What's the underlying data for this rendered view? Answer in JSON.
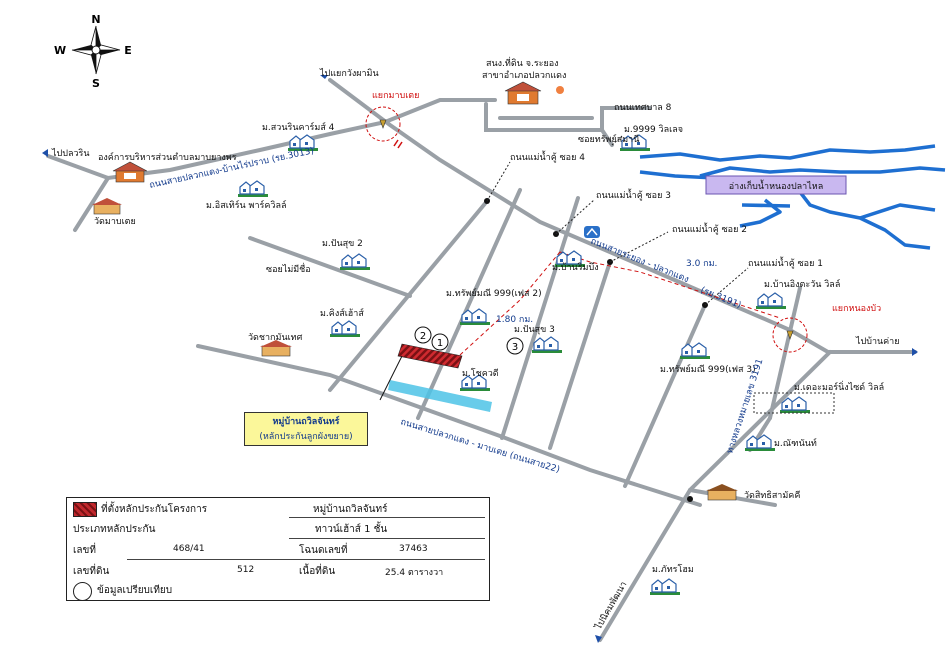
{
  "compass": {
    "n": "N",
    "s": "S",
    "e": "E",
    "w": "W"
  },
  "places": {
    "land_office_1": "สนง.ที่ดิน จ.ระยอง",
    "land_office_2": "สาขาอำเภอปลวกแดง",
    "to_wang_pha_min": "ไปแยกวังผามิน",
    "yaek_map_loei": "แยกมาบเตย",
    "thesaban_8": "ถนนเทศบาล 8",
    "m_suan_rin": "ม.สวนรินคาร์มส์ 4",
    "m_9999": "ม.9999 วิลเลจ",
    "soi_sap": "ซอยทรัพย์สมานี",
    "to_rawin": "ไปปลวริน",
    "obt": "องค์การบริหารส่วนตำบลมาบยางพร",
    "wat_map_loei": "วัดมาบเตย",
    "road_3013": "ถนนสายปลวกแดง-บ้านไร่ปราบ (รย.3013)",
    "m_ease": "ม.อิสเทิร์น พาร์ควิลล์",
    "mae_soi4": "ถนนแม่น้ำคู้ ซอย 4",
    "mae_soi3": "ถนนแม่น้ำคู้ ซอย 3",
    "mae_soi2": "ถนนแม่น้ำคู้ ซอย 2",
    "mae_soi1": "ถนนแม่น้ำคู้ ซอย 1",
    "reservoir": "อ่างเก็บน้ำหนองปลาไหล",
    "m_pansuk2": "ม.ปันสุข 2",
    "soi_mai_mi_chue": "ซอยไม่มีชื่อ",
    "road_3191_a": "ถนนสายระยอง - ปลวกแดง",
    "road_3191_b": "(รย.3191)",
    "dist_3": "3.0 กม.",
    "m_ban_rim_bueng": "ม.บ้านริมบึง",
    "m_ban_ing": "ม.บ้านอิงตะวัน วิลล์",
    "yaek_nong_bua": "แยกหนองบัว",
    "to_ban_khai": "ไปบ้านค่าย",
    "m_kings": "ม.คิงส์เฮ้าส์",
    "m_sap_999_2": "ม.ทรัพย์มณี 999(เฟส 2)",
    "dist_180": "1.80 กม.",
    "wat_chak": "วัดชากมันเทศ",
    "m_pansuk3": "ม.ปันสุข 3",
    "m_chokdee": "ม.โชควดี",
    "m_sap_999_3": "ม.ทรัพย์มณี 999(เฟส 3)",
    "m_the_mountain": "ม.เดอะมอร์นิ่งไซด์ วิลล์",
    "m_nathanan": "ม.ณัฑนันท์",
    "hw_3191": "ทางหลวงหมายเลข 3191",
    "road_22": "ถนนสายปลวกแดง - มาบเตย (ถนนสาย22)",
    "wat_sitthi": "วัดสิทธิสามัคคี",
    "m_phatthon": "ม.ภัทรโฮม",
    "to_nikhom": "ไปนิคมพัฒนา",
    "marker_1": "1",
    "marker_2": "2",
    "marker_3": "3",
    "temple_sign": "วัด"
  },
  "callout": {
    "line1": "หมู่บ้านถวิลจันทร์",
    "line2": "(หลักประกันลูกผังขยาย)"
  },
  "legend": {
    "site_label": "ที่ตั้งหลักประกันโครงการ",
    "project_name": "หมู่บ้านถวิลจันทร์",
    "type_label": "ประเภทหลักประกัน",
    "type_value": "ทาวน์เฮ้าส์ 1 ชั้น",
    "no_label": "เลขที่",
    "no_value": "468/41",
    "deed_label": "โฉนดเลขที่",
    "deed_value": "37463",
    "land_no_label": "เลขที่ดิน",
    "land_no_value": "512",
    "area_label": "เนื้อที่ดิน",
    "area_value": "25.4 ตารางวา",
    "compare_label": "ข้อมูลเปรียบเทียบ"
  },
  "colors": {
    "road": "#9aa0a6",
    "water": "#1e6fd1",
    "red": "#d01010",
    "village": "#2a8c3a",
    "reservoir_box": "#c9b8f0"
  }
}
